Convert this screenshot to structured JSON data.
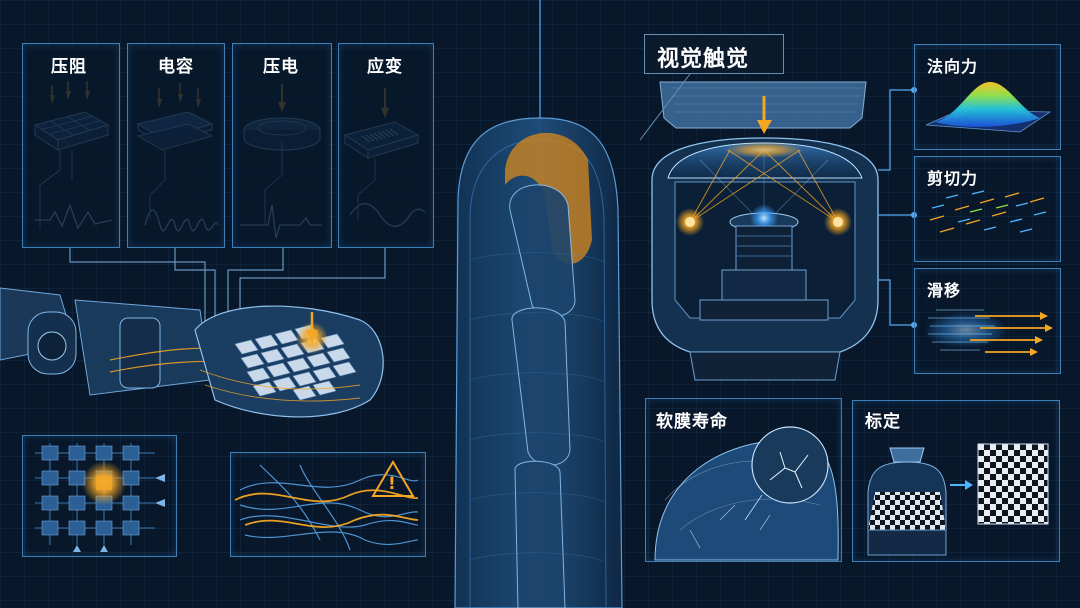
{
  "left_sensors": [
    {
      "id": "piezoresistive",
      "label": "压阻"
    },
    {
      "id": "capacitive",
      "label": "电容"
    },
    {
      "id": "piezoelectric",
      "label": "压电"
    },
    {
      "id": "strain",
      "label": "应变"
    }
  ],
  "right_title": "视觉触觉",
  "force_panels": [
    {
      "id": "normal",
      "label": "法向力"
    },
    {
      "id": "shear",
      "label": "剪切力"
    },
    {
      "id": "slip",
      "label": "滑移"
    }
  ],
  "bottom_panels": [
    {
      "id": "membrane",
      "label": "软膜寿命"
    },
    {
      "id": "calibration",
      "label": "标定"
    }
  ],
  "warning_symbol": "!",
  "colors": {
    "accent": "#f5a623",
    "line": "#4a9fe8",
    "background": "#08172a",
    "panel_border": "#3f7fb8"
  }
}
